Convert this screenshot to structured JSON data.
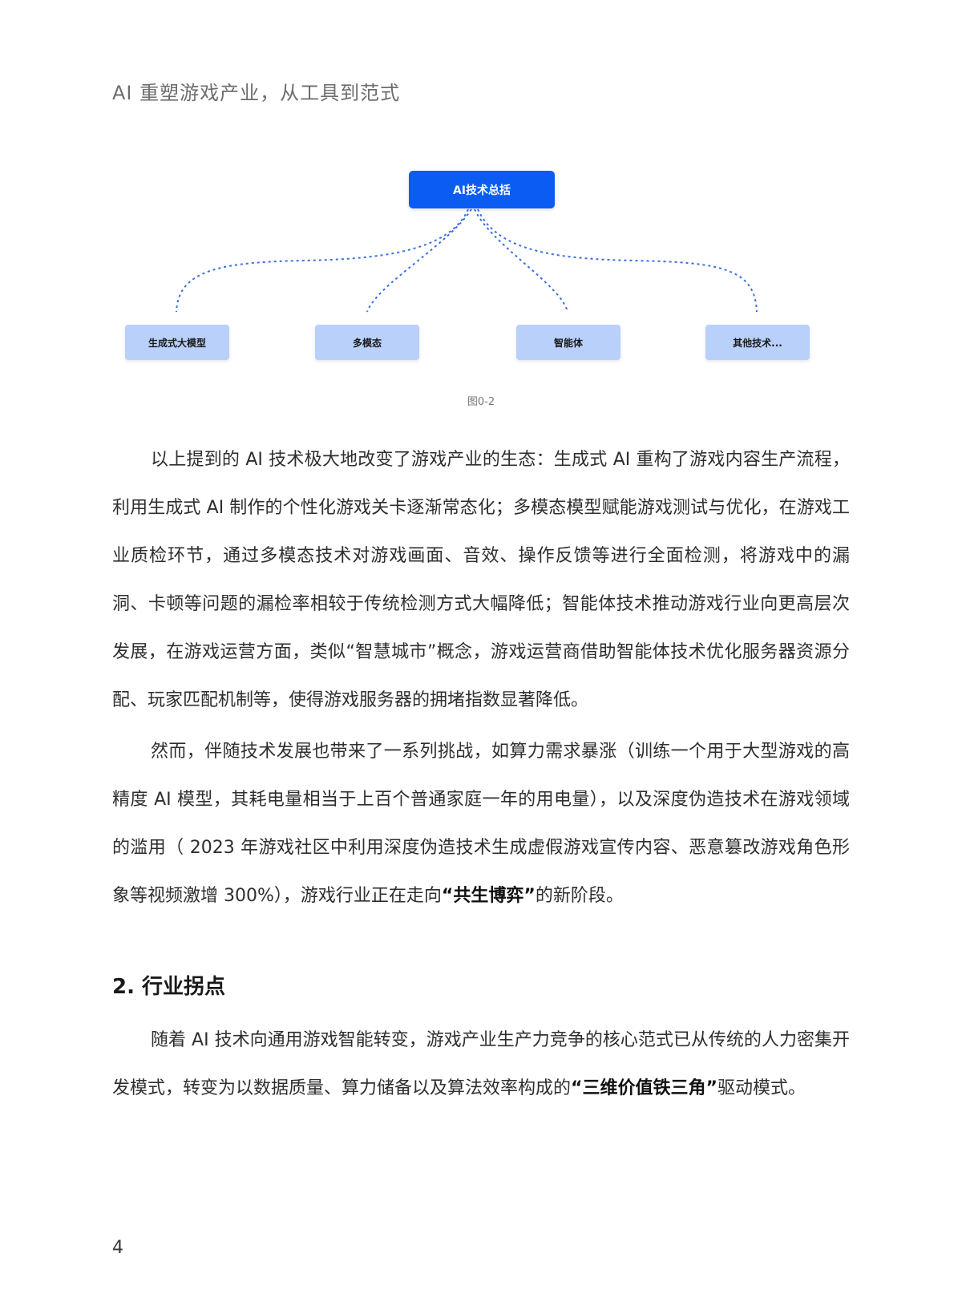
{
  "header": {
    "title": "AI 重塑游戏产业，从工具到范式"
  },
  "diagram": {
    "root": "AI技术总括",
    "children": [
      "生成式大模型",
      "多模态",
      "智能体",
      "其他技术..."
    ],
    "caption": "图0-2",
    "colors": {
      "root": "#0b5cf2",
      "child": "#b9d0fb",
      "connector": "#3b6fe0"
    }
  },
  "body": {
    "paragraph1": "以上提到的 AI 技术极大地改变了游戏产业的生态：生成式 AI 重构了游戏内容生产流程，利用生成式 AI 制作的个性化游戏关卡逐渐常态化；多模态模型赋能游戏测试与优化，在游戏工业质检环节，通过多模态技术对游戏画面、音效、操作反馈等进行全面检测，将游戏中的漏洞、卡顿等问题的漏检率相较于传统检测方式大幅降低；智能体技术推动游戏行业向更高层次发展，在游戏运营方面，类似“智慧城市”概念，游戏运营商借助智能体技术优化服务器资源分配、玩家匹配机制等，使得游戏服务器的拥堵指数显著降低。",
    "paragraph2": {
      "before": "然而，伴随技术发展也带来了一系列挑战，如算力需求暴涨（训练一个用于大型游戏的高精度 AI 模型，其耗电量相当于上百个普通家庭一年的用电量），以及深度伪造技术在游戏领域的滥用（ 2023 年游戏社区中利用深度伪造技术生成虚假游戏宣传内容、恶意篡改游戏角色形象等视频激增 300%），游戏行业正在走向",
      "bold": "“共生博弈”",
      "after": "的新阶段。"
    },
    "section_heading": "2. 行业拐点",
    "paragraph3": {
      "before": "随着 AI 技术向通用游戏智能转变，游戏产业生产力竞争的核心范式已从传统的人力密集开发模式，转变为以数据质量、算力储备以及算法效率构成的",
      "bold": "“三维价值铁三角”",
      "after": "驱动模式。"
    }
  },
  "footer": {
    "page_number": "4"
  }
}
